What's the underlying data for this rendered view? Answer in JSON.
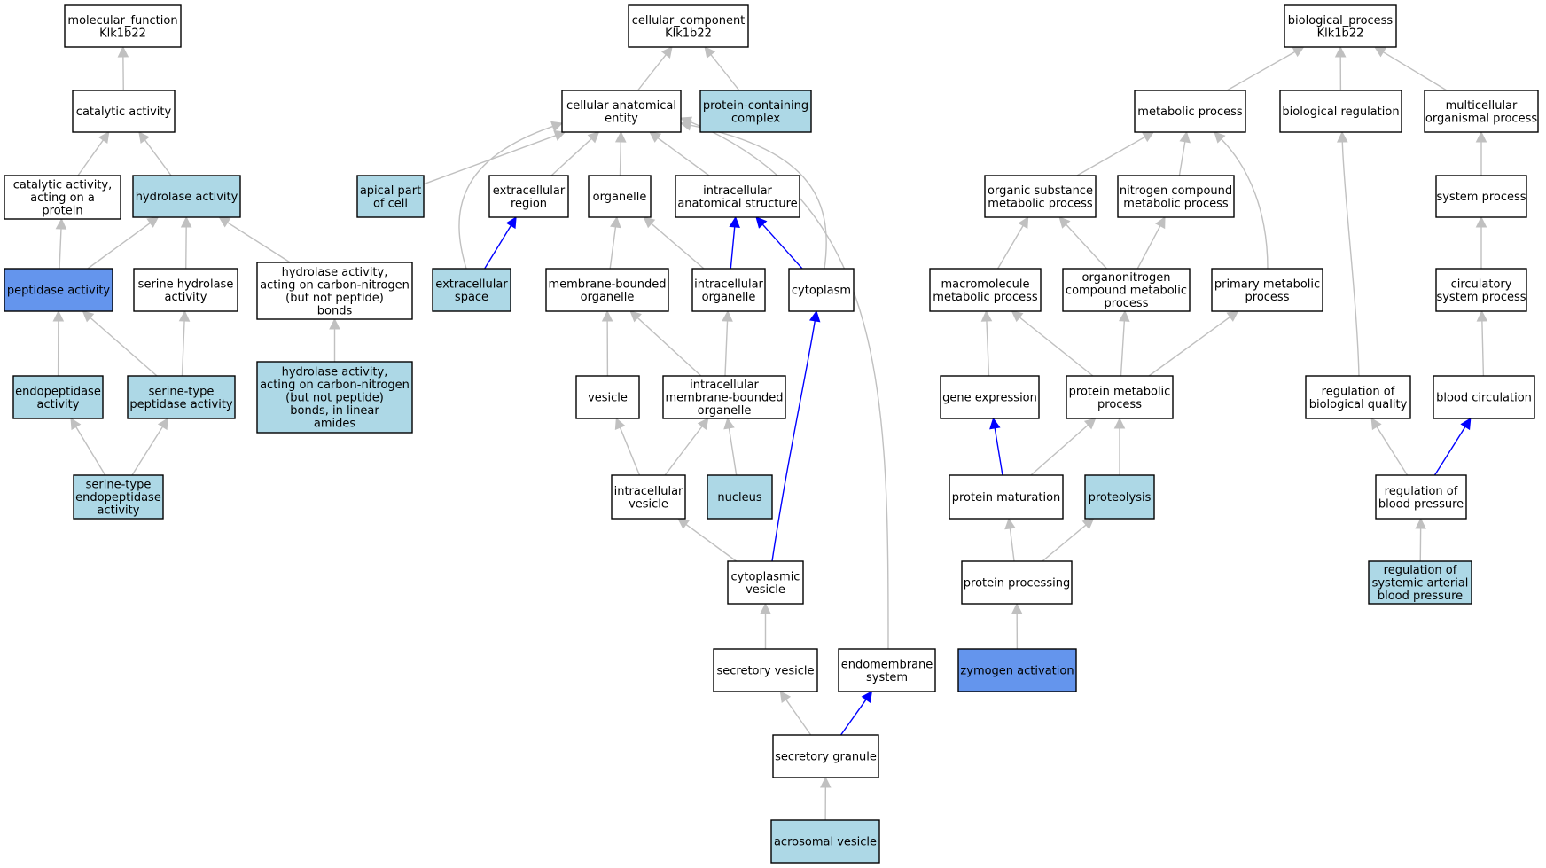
{
  "colors": {
    "default_fill": "#ffffff",
    "light_fill": "#add8e6",
    "highlight_fill": "#6495ed",
    "edge_grey": "#c0c0c0",
    "edge_blue": "#0000ff"
  },
  "nodes": [
    {
      "id": "mf",
      "lines": [
        "molecular_function",
        "Klk1b22"
      ],
      "fill": "default"
    },
    {
      "id": "catalytic",
      "lines": [
        "catalytic activity"
      ],
      "fill": "default"
    },
    {
      "id": "cat_protein",
      "lines": [
        "catalytic activity,",
        "acting on a",
        "protein"
      ],
      "fill": "default"
    },
    {
      "id": "hydrolase",
      "lines": [
        "hydrolase activity"
      ],
      "fill": "light"
    },
    {
      "id": "peptidase",
      "lines": [
        "peptidase activity"
      ],
      "fill": "highlight"
    },
    {
      "id": "serine_hydrolase",
      "lines": [
        "serine hydrolase",
        "activity"
      ],
      "fill": "default"
    },
    {
      "id": "hydrolase_cn",
      "lines": [
        "hydrolase activity,",
        "acting on carbon-nitrogen",
        "(but not peptide)",
        "bonds"
      ],
      "fill": "default"
    },
    {
      "id": "endopeptidase",
      "lines": [
        "endopeptidase",
        "activity"
      ],
      "fill": "light"
    },
    {
      "id": "serine_peptidase",
      "lines": [
        "serine-type",
        "peptidase activity"
      ],
      "fill": "light"
    },
    {
      "id": "hydrolase_cn_linear",
      "lines": [
        "hydrolase activity,",
        "acting on carbon-nitrogen",
        "(but not peptide)",
        "bonds, in linear",
        "amides"
      ],
      "fill": "light"
    },
    {
      "id": "serine_endopeptidase",
      "lines": [
        "serine-type",
        "endopeptidase",
        "activity"
      ],
      "fill": "light"
    },
    {
      "id": "cc",
      "lines": [
        "cellular_component",
        "Klk1b22"
      ],
      "fill": "default"
    },
    {
      "id": "cae",
      "lines": [
        "cellular anatomical",
        "entity"
      ],
      "fill": "default"
    },
    {
      "id": "pcc",
      "lines": [
        "protein-containing",
        "complex"
      ],
      "fill": "light"
    },
    {
      "id": "apical",
      "lines": [
        "apical part",
        "of cell"
      ],
      "fill": "light"
    },
    {
      "id": "ecr",
      "lines": [
        "extracellular",
        "region"
      ],
      "fill": "default"
    },
    {
      "id": "organelle",
      "lines": [
        "organelle"
      ],
      "fill": "default"
    },
    {
      "id": "ias",
      "lines": [
        "intracellular",
        "anatomical structure"
      ],
      "fill": "default"
    },
    {
      "id": "ecs",
      "lines": [
        "extracellular",
        "space"
      ],
      "fill": "light"
    },
    {
      "id": "mbo",
      "lines": [
        "membrane-bounded",
        "organelle"
      ],
      "fill": "default"
    },
    {
      "id": "io",
      "lines": [
        "intracellular",
        "organelle"
      ],
      "fill": "default"
    },
    {
      "id": "cytoplasm",
      "lines": [
        "cytoplasm"
      ],
      "fill": "default"
    },
    {
      "id": "vesicle",
      "lines": [
        "vesicle"
      ],
      "fill": "default"
    },
    {
      "id": "imbo",
      "lines": [
        "intracellular",
        "membrane-bounded",
        "organelle"
      ],
      "fill": "default"
    },
    {
      "id": "iv",
      "lines": [
        "intracellular",
        "vesicle"
      ],
      "fill": "default"
    },
    {
      "id": "nucleus",
      "lines": [
        "nucleus"
      ],
      "fill": "light"
    },
    {
      "id": "cv",
      "lines": [
        "cytoplasmic",
        "vesicle"
      ],
      "fill": "default"
    },
    {
      "id": "sv",
      "lines": [
        "secretory vesicle"
      ],
      "fill": "default"
    },
    {
      "id": "es",
      "lines": [
        "endomembrane",
        "system"
      ],
      "fill": "default"
    },
    {
      "id": "sg",
      "lines": [
        "secretory granule"
      ],
      "fill": "default"
    },
    {
      "id": "av",
      "lines": [
        "acrosomal vesicle"
      ],
      "fill": "light"
    },
    {
      "id": "bp",
      "lines": [
        "biological_process",
        "Klk1b22"
      ],
      "fill": "default"
    },
    {
      "id": "mp",
      "lines": [
        "metabolic process"
      ],
      "fill": "default"
    },
    {
      "id": "breg",
      "lines": [
        "biological regulation"
      ],
      "fill": "default"
    },
    {
      "id": "mop",
      "lines": [
        "multicellular",
        "organismal process"
      ],
      "fill": "default"
    },
    {
      "id": "osmp",
      "lines": [
        "organic substance",
        "metabolic process"
      ],
      "fill": "default"
    },
    {
      "id": "ncmp",
      "lines": [
        "nitrogen compound",
        "metabolic process"
      ],
      "fill": "default"
    },
    {
      "id": "sysp",
      "lines": [
        "system process"
      ],
      "fill": "default"
    },
    {
      "id": "mmp",
      "lines": [
        "macromolecule",
        "metabolic process"
      ],
      "fill": "default"
    },
    {
      "id": "oncmp",
      "lines": [
        "organonitrogen",
        "compound metabolic",
        "process"
      ],
      "fill": "default"
    },
    {
      "id": "pmp",
      "lines": [
        "primary metabolic",
        "process"
      ],
      "fill": "default"
    },
    {
      "id": "csp",
      "lines": [
        "circulatory",
        "system process"
      ],
      "fill": "default"
    },
    {
      "id": "ge",
      "lines": [
        "gene expression"
      ],
      "fill": "default"
    },
    {
      "id": "protmp",
      "lines": [
        "protein metabolic",
        "process"
      ],
      "fill": "default"
    },
    {
      "id": "rbq",
      "lines": [
        "regulation of",
        "biological quality"
      ],
      "fill": "default"
    },
    {
      "id": "bc",
      "lines": [
        "blood circulation"
      ],
      "fill": "default"
    },
    {
      "id": "pm",
      "lines": [
        "protein maturation"
      ],
      "fill": "default"
    },
    {
      "id": "prot",
      "lines": [
        "proteolysis"
      ],
      "fill": "light"
    },
    {
      "id": "rbp",
      "lines": [
        "regulation of",
        "blood pressure"
      ],
      "fill": "default"
    },
    {
      "id": "pp",
      "lines": [
        "protein processing"
      ],
      "fill": "default"
    },
    {
      "id": "rsabp",
      "lines": [
        "regulation of",
        "systemic arterial",
        "blood pressure"
      ],
      "fill": "light"
    },
    {
      "id": "za",
      "lines": [
        "zymogen activation"
      ],
      "fill": "highlight"
    }
  ],
  "edges": [
    {
      "from": "catalytic",
      "to": "mf",
      "color": "grey"
    },
    {
      "from": "cat_protein",
      "to": "catalytic",
      "color": "grey"
    },
    {
      "from": "hydrolase",
      "to": "catalytic",
      "color": "grey"
    },
    {
      "from": "peptidase",
      "to": "cat_protein",
      "color": "grey"
    },
    {
      "from": "peptidase",
      "to": "hydrolase",
      "color": "grey"
    },
    {
      "from": "serine_hydrolase",
      "to": "hydrolase",
      "color": "grey"
    },
    {
      "from": "hydrolase_cn",
      "to": "hydrolase",
      "color": "grey"
    },
    {
      "from": "endopeptidase",
      "to": "peptidase",
      "color": "grey"
    },
    {
      "from": "serine_peptidase",
      "to": "peptidase",
      "color": "grey"
    },
    {
      "from": "serine_peptidase",
      "to": "serine_hydrolase",
      "color": "grey"
    },
    {
      "from": "hydrolase_cn_linear",
      "to": "hydrolase_cn",
      "color": "grey"
    },
    {
      "from": "serine_endopeptidase",
      "to": "endopeptidase",
      "color": "grey"
    },
    {
      "from": "serine_endopeptidase",
      "to": "serine_peptidase",
      "color": "grey"
    },
    {
      "from": "cae",
      "to": "cc",
      "color": "grey"
    },
    {
      "from": "pcc",
      "to": "cc",
      "color": "grey"
    },
    {
      "from": "apical",
      "to": "cae",
      "color": "grey"
    },
    {
      "from": "ecr",
      "to": "cae",
      "color": "grey"
    },
    {
      "from": "organelle",
      "to": "cae",
      "color": "grey"
    },
    {
      "from": "ias",
      "to": "cae",
      "color": "grey"
    },
    {
      "from": "ecs",
      "to": "cae",
      "color": "grey"
    },
    {
      "from": "cytoplasm",
      "to": "cae",
      "color": "grey"
    },
    {
      "from": "es",
      "to": "cae",
      "color": "grey"
    },
    {
      "from": "ecs",
      "to": "ecr",
      "color": "blue"
    },
    {
      "from": "mbo",
      "to": "organelle",
      "color": "grey"
    },
    {
      "from": "io",
      "to": "organelle",
      "color": "grey"
    },
    {
      "from": "io",
      "to": "ias",
      "color": "blue"
    },
    {
      "from": "cytoplasm",
      "to": "ias",
      "color": "blue"
    },
    {
      "from": "vesicle",
      "to": "mbo",
      "color": "grey"
    },
    {
      "from": "imbo",
      "to": "mbo",
      "color": "grey"
    },
    {
      "from": "imbo",
      "to": "io",
      "color": "grey"
    },
    {
      "from": "iv",
      "to": "vesicle",
      "color": "grey"
    },
    {
      "from": "iv",
      "to": "imbo",
      "color": "grey"
    },
    {
      "from": "nucleus",
      "to": "imbo",
      "color": "grey"
    },
    {
      "from": "cv",
      "to": "iv",
      "color": "grey"
    },
    {
      "from": "cv",
      "to": "cytoplasm",
      "color": "blue"
    },
    {
      "from": "sv",
      "to": "cv",
      "color": "grey"
    },
    {
      "from": "sg",
      "to": "sv",
      "color": "grey"
    },
    {
      "from": "sg",
      "to": "es",
      "color": "blue"
    },
    {
      "from": "av",
      "to": "sg",
      "color": "grey"
    },
    {
      "from": "mp",
      "to": "bp",
      "color": "grey"
    },
    {
      "from": "breg",
      "to": "bp",
      "color": "grey"
    },
    {
      "from": "mop",
      "to": "bp",
      "color": "grey"
    },
    {
      "from": "osmp",
      "to": "mp",
      "color": "grey"
    },
    {
      "from": "ncmp",
      "to": "mp",
      "color": "grey"
    },
    {
      "from": "pmp",
      "to": "mp",
      "color": "grey"
    },
    {
      "from": "sysp",
      "to": "mop",
      "color": "grey"
    },
    {
      "from": "mmp",
      "to": "osmp",
      "color": "grey"
    },
    {
      "from": "oncmp",
      "to": "osmp",
      "color": "grey"
    },
    {
      "from": "oncmp",
      "to": "ncmp",
      "color": "grey"
    },
    {
      "from": "csp",
      "to": "sysp",
      "color": "grey"
    },
    {
      "from": "ge",
      "to": "mmp",
      "color": "grey"
    },
    {
      "from": "protmp",
      "to": "mmp",
      "color": "grey"
    },
    {
      "from": "protmp",
      "to": "oncmp",
      "color": "grey"
    },
    {
      "from": "protmp",
      "to": "pmp",
      "color": "grey"
    },
    {
      "from": "rbq",
      "to": "breg",
      "color": "grey"
    },
    {
      "from": "bc",
      "to": "csp",
      "color": "grey"
    },
    {
      "from": "pm",
      "to": "ge",
      "color": "blue"
    },
    {
      "from": "pm",
      "to": "protmp",
      "color": "grey"
    },
    {
      "from": "prot",
      "to": "protmp",
      "color": "grey"
    },
    {
      "from": "rbp",
      "to": "rbq",
      "color": "grey"
    },
    {
      "from": "rbp",
      "to": "bc",
      "color": "blue"
    },
    {
      "from": "pp",
      "to": "pm",
      "color": "grey"
    },
    {
      "from": "pp",
      "to": "prot",
      "color": "grey"
    },
    {
      "from": "rsabp",
      "to": "rbp",
      "color": "grey"
    },
    {
      "from": "za",
      "to": "pp",
      "color": "grey"
    }
  ]
}
